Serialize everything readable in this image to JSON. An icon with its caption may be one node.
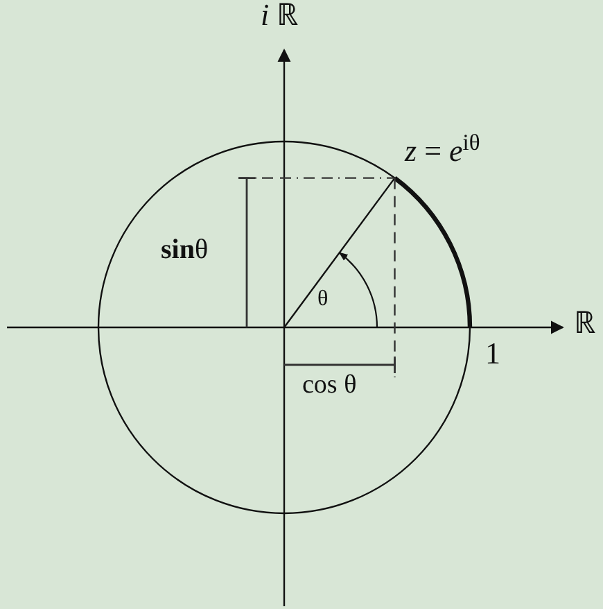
{
  "diagram": {
    "labels": [
      "*i* ℝ",
      "*z* = *e*$^{iθ}$",
      "**sin**θ",
      "θ",
      "ℝ",
      "1",
      "cos θ"
    ]
  }
}
